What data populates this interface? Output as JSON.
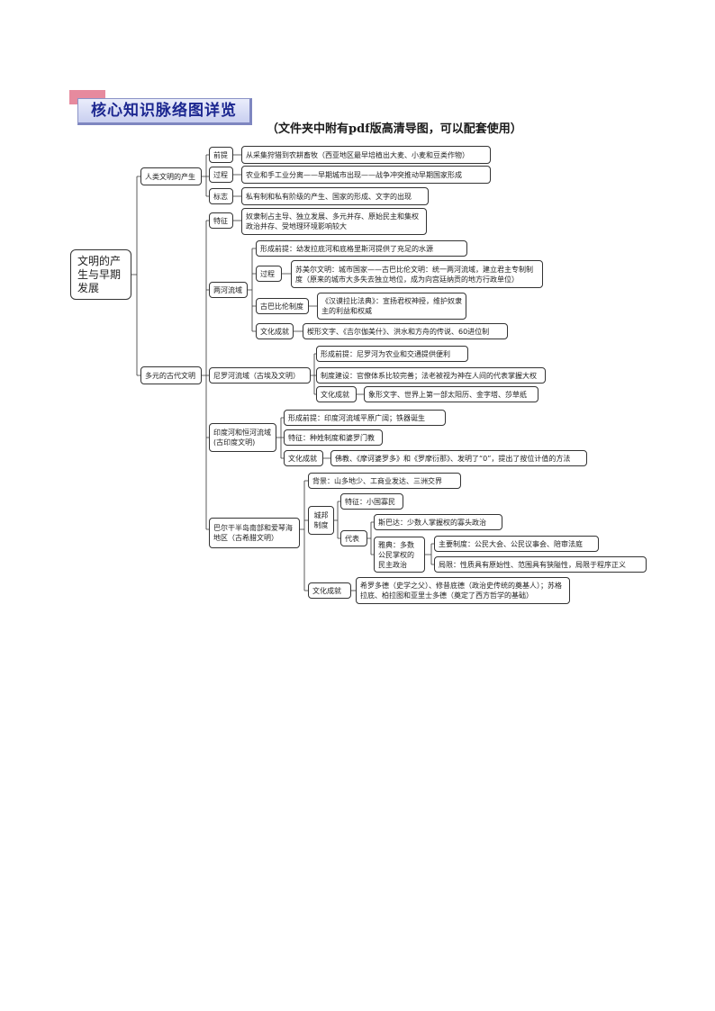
{
  "header": {
    "title": "核心知识脉络图详览",
    "subtitle": "（文件夹中附有pdf版高清导图，可以配套使用）"
  },
  "mindmap": {
    "root": "文明的产生与早期发展",
    "b1": {
      "label": "人类文明的产生",
      "qianti": "前提",
      "qianti_text": "从采集狩猎到农耕畜牧（西亚地区最早培植出大麦、小麦和豆类作物）",
      "guocheng": "过程",
      "guocheng_text": "农业和手工业分离——早期城市出现——战争冲突推动早期国家形成",
      "biaozhi": "标志",
      "biaozhi_text": "私有制和私有阶级的产生、国家的形成、文字的出现"
    },
    "b2": {
      "label": "多元的古代文明",
      "tezheng": "特征",
      "tezheng_text": "奴隶制占主导、独立发展、多元并存、原始民主和集权政治并存、受地理环境影响较大",
      "lianghe": {
        "label": "两河流域",
        "formation": "形成前提：幼发拉底河和底格里斯河提供了充足的水源",
        "process": "过程",
        "process_text": "苏美尔文明：城市国家——古巴比伦文明：统一两河流域，建立君主专制制度（原来的城市大多失去独立地位，成为向宫廷纳贡的地方行政单位）",
        "babylon": "古巴比伦制度",
        "babylon_text": "《汉谟拉比法典》：宣扬君权神授，维护奴隶主的利益和权威",
        "culture": "文化成就",
        "culture_text": "楔形文字、《吉尔伽美什》、洪水和方舟的传说、60进位制"
      },
      "nile": {
        "label": "尼罗河流域（古埃及文明）",
        "formation": "形成前提：尼罗河为农业和交通提供便利",
        "system": "制度建设：官僚体系比较完善；法老被视为神在人间的代表掌握大权",
        "culture": "文化成就",
        "culture_text": "象形文字、世界上第一部太阳历、金字塔、莎草纸"
      },
      "india": {
        "label": "印度河和恒河流域(古印度文明)",
        "formation": "形成前提：印度河流域平原广阔；铁器诞生",
        "feature": "特征：种姓制度和婆罗门教",
        "culture": "文化成就",
        "culture_text": "佛教、《摩诃婆罗多》和《罗摩衍那》、发明了“0”，提出了按位计值的方法"
      },
      "greece": {
        "label": "巴尔干半岛南部和爱琴海地区（古希腊文明）",
        "background": "背景：山多地少、工商业发达、三洲交界",
        "citystate": "城邦制度",
        "cs_feature": "特征：小国寡民",
        "rep": "代表",
        "sparta": "斯巴达：少数人掌握权的寡头政治",
        "athens": "雅典：多数公民掌权的民主政治",
        "athens_main": "主要制度：公民大会、公民议事会、陪审法庭",
        "athens_limit": "局限：性质具有原始性、范围具有狭隘性，局限于程序正义",
        "culture": "文化成就",
        "culture_text": "希罗多德（史学之父）、修昔底德（政治史传统的奠基人）；苏格拉底、柏拉图和亚里士多德（奠定了西方哲学的基础）"
      }
    }
  }
}
